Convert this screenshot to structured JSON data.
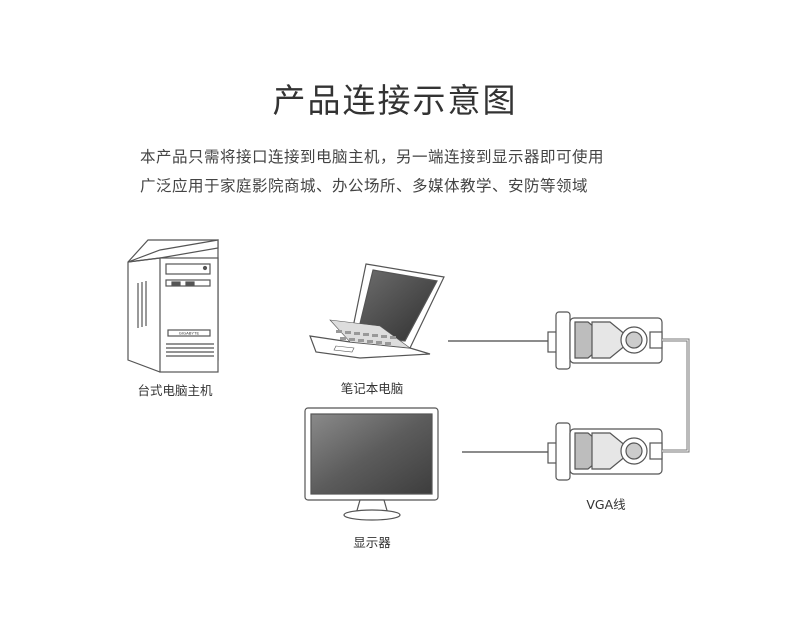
{
  "title": "产品连接示意图",
  "description": {
    "line1": "本产品只需将接口连接到电脑主机，另一端连接到显示器即可使用",
    "line2": "广泛应用于家庭影院商城、办公场所、多媒体教学、安防等领域"
  },
  "devices": {
    "desktop": {
      "label": "台式电脑主机",
      "brand": "GIGABYTE"
    },
    "laptop": {
      "label": "笔记本电脑"
    },
    "monitor": {
      "label": "显示器"
    },
    "cable": {
      "label": "VGA线"
    }
  },
  "colors": {
    "line": "#555555",
    "cable": "#777777",
    "text": "#333333"
  }
}
